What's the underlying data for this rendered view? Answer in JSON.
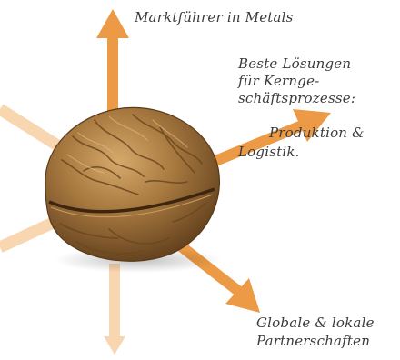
{
  "labels": {
    "top": "Marktführer in Metals",
    "right": [
      "Beste Lösungen",
      "für Kernge-",
      "schäftsprozesse:",
      "",
      "Produktion &",
      "Logistik."
    ],
    "bottom": [
      "Globale & lokale",
      "Partnerschaften"
    ]
  },
  "colors": {
    "arrow_primary": "#ec9a45",
    "arrow_faded": "#f8d6b0",
    "text": "#3b3b3b",
    "walnut_base": "#a7773d"
  },
  "icons": {
    "center": "walnut-icon"
  }
}
